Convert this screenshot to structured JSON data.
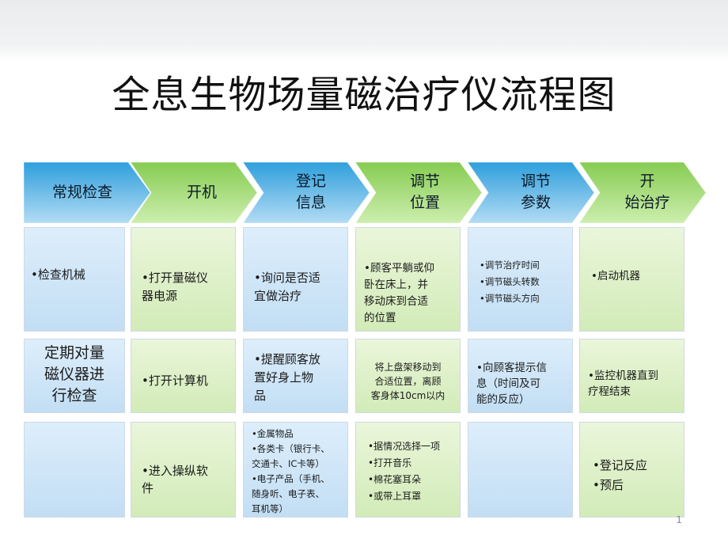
{
  "slide": {
    "title": "全息生物场量磁治疗仪流程图",
    "page_number": "1"
  },
  "colors": {
    "arrow_blue_top": "#34a6df",
    "arrow_blue_bottom": "#a8d6f2",
    "arrow_green_top": "#8ed15c",
    "arrow_green_bottom": "#c9eba6",
    "cell_blue": "#cfe5f6",
    "cell_green": "#dcefc6"
  },
  "steps": [
    {
      "lines": [
        "常规检查"
      ]
    },
    {
      "lines": [
        "开机"
      ]
    },
    {
      "lines": [
        "登记",
        "信息"
      ]
    },
    {
      "lines": [
        "调节",
        "位置"
      ]
    },
    {
      "lines": [
        "调节",
        "参数"
      ]
    },
    {
      "lines": [
        "开",
        "始治疗"
      ]
    }
  ],
  "rows": [
    [
      {
        "lines": [
          "•检查机械"
        ]
      },
      {
        "lines": [
          "•打开量磁仪",
          "器电源"
        ]
      },
      {
        "lines": [
          "•询问是否适",
          "宜做治疗"
        ]
      },
      {
        "lines": [
          "•顾客平躺或仰",
          "卧在床上，并",
          "移动床到合适",
          "的位置"
        ]
      },
      {
        "lines": [
          "•调节治疗时间",
          "•调节磁头转数",
          "•调节磁头方向"
        ]
      },
      {
        "lines": [
          "•启动机器"
        ]
      }
    ],
    [
      {
        "lines": [
          "定期对量",
          "磁仪器进",
          "行检查"
        ]
      },
      {
        "lines": [
          "•打开计算机"
        ]
      },
      {
        "lines": [
          "•提醒顾客放",
          "置好身上物",
          "品"
        ]
      },
      {
        "lines": [
          "将上盘架移动到",
          "合适位置，离顾",
          "客身体10cm以内"
        ]
      },
      {
        "lines": [
          "•向顾客提示信",
          "息（时间及可",
          "能的反应）"
        ]
      },
      {
        "lines": [
          "•监控机器直到",
          "疗程结束"
        ]
      }
    ],
    [
      {
        "lines": []
      },
      {
        "lines": [
          "•进入操纵软",
          "件"
        ]
      },
      {
        "lines": [
          "•金属物品",
          "•各类卡（银行卡、",
          "交通卡、IC卡等）",
          "•电子产品（手机、",
          "随身听、电子表、",
          "耳机等）"
        ]
      },
      {
        "lines": [
          "•据情况选择一项",
          "•打开音乐",
          "•棉花塞耳朵",
          "•或带上耳罩"
        ]
      },
      {
        "lines": []
      },
      {
        "lines": [
          "•登记反应",
          "•预后"
        ]
      }
    ]
  ]
}
